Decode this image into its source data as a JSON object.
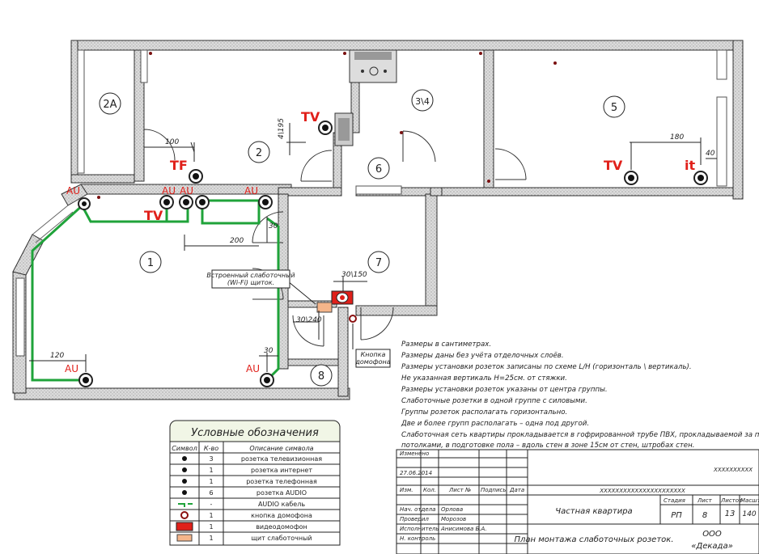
{
  "rooms": [
    {
      "id": "1",
      "label": "1"
    },
    {
      "id": "2",
      "label": "2"
    },
    {
      "id": "2a",
      "label": "2A"
    },
    {
      "id": "34",
      "label": "3\\4"
    },
    {
      "id": "5",
      "label": "5"
    },
    {
      "id": "6",
      "label": "6"
    },
    {
      "id": "7",
      "label": "7"
    },
    {
      "id": "8",
      "label": "8"
    }
  ],
  "socket_labels": {
    "tv": "TV",
    "tf": "TF",
    "it": "it",
    "au": "AU"
  },
  "dimensions": {
    "d100": "100",
    "d195": "4\\195",
    "d180": "180",
    "d40": "40",
    "d30a": "30",
    "d200": "200",
    "d30150": "30\\150",
    "d30240": "30\\240",
    "d120": "120",
    "d30b": "30"
  },
  "callouts": {
    "panel": [
      "Встроенный слаботочный",
      "(Wi-Fi) щиток."
    ],
    "doorphone": [
      "Кнопка",
      "домофона"
    ]
  },
  "notes": [
    "Размеры в сантиметрах.",
    "Размеры даны без учёта отделочных слоёв.",
    "Размеры установки розеток записаны по схеме L/H (горизонталь \\ вертикаль).",
    "Не указанная вертикаль H=25см. от стяжки.",
    "Размеры установки розеток указаны от центра группы.",
    "Слаботочные розетки в одной группе с силовыми.",
    "Группы розеток располагать горизонтально.",
    "Две и более групп располагать – одна под другой.",
    "Слаботочная сеть квартиры прокладывается в гофрированной трубе ПВХ, прокладываемой за подвесными",
    "потолками, в подготовке пола – вдоль стен в зоне 15см от стен, штробах стен."
  ],
  "legend": {
    "title": "Условные обозначения",
    "headers": [
      "Символ",
      "К-во",
      "Описание символа"
    ],
    "rows": [
      {
        "count": "3",
        "desc": "розетка телевизионная",
        "sym": "tv"
      },
      {
        "count": "1",
        "desc": "розетка интернет",
        "sym": "it"
      },
      {
        "count": "1",
        "desc": "розетка телефонная",
        "sym": "tf"
      },
      {
        "count": "6",
        "desc": "розетка AUDIO",
        "sym": "au"
      },
      {
        "count": "-",
        "desc": "AUDIO кабель",
        "sym": "cable"
      },
      {
        "count": "1",
        "desc": "кнопка домофона",
        "sym": "button"
      },
      {
        "count": "1",
        "desc": "видеодомофон",
        "sym": "video"
      },
      {
        "count": "1",
        "desc": "щит слаботочный",
        "sym": "panel"
      }
    ]
  },
  "stamp": {
    "changed": "Изменено",
    "date": "27.06.2014",
    "code": "XXXXXXXXXX",
    "code_long": "XXXXXXXXXXXXXXXXXXXXXX",
    "col_headers": [
      "Изм.",
      "Кол.",
      "Лист №",
      "Подпись",
      "Дата"
    ],
    "people": [
      {
        "role": "Нач. отдела",
        "name": "Орлова"
      },
      {
        "role": "Проверил",
        "name": "Морозов"
      },
      {
        "role": "Исполнитель",
        "name": "Анисимова Б.А."
      },
      {
        "role": "Н. контроль",
        "name": ""
      }
    ],
    "object": "Частная квартира",
    "sheet_title": "План монтажа слаботочных розеток.",
    "stage_headers": [
      "Стадия",
      "Лист",
      "Листов",
      "Масштаб"
    ],
    "stage_values": [
      "РП",
      "8",
      "13",
      "140"
    ],
    "company": [
      "ООО",
      "«Декада»"
    ]
  },
  "colors": {
    "wall_fill": "#d9d9d9",
    "cable": "#1fa33a",
    "red_label": "#e0201a"
  }
}
